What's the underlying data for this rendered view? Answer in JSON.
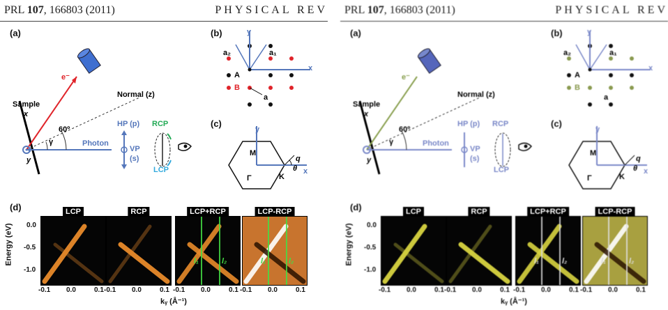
{
  "header": {
    "citation_prefix": "PRL ",
    "volume": "107",
    "citation_suffix": ", 166803 (2011)",
    "journal": "PHYSICAL REV"
  },
  "labels": {
    "a": "(a)",
    "b": "(b)",
    "c": "(c)",
    "d": "(d)"
  },
  "setup": {
    "sample": "Sample",
    "x": "x",
    "y": "y",
    "electron": "e⁻",
    "normal": "Normal (z)",
    "angle": "60º",
    "gamma": "γ",
    "photon": "Photon",
    "hp": "HP (p)",
    "vp": "VP",
    "s": "(s)",
    "rcp": "RCP",
    "lcp": "LCP"
  },
  "lattice": {
    "y": "y",
    "x": "x",
    "a1": "a₁",
    "a2": "a₂",
    "a": "a",
    "A": "A",
    "B": "B"
  },
  "bz": {
    "y": "y",
    "x": "x",
    "M": "M",
    "G": "Γ",
    "K": "K",
    "q": "q",
    "theta": "θ"
  },
  "arpes": {
    "panels": [
      "LCP",
      "RCP",
      "LCP+RCP",
      "LCP-RCP"
    ],
    "ylabel": "Energy (eV)",
    "yticks": [
      "0.0",
      "-0.5",
      "-1.0"
    ],
    "xticks": [
      "-0.1",
      "0.0",
      "0.1"
    ],
    "xlabel": "kᵧ (Å⁻¹)",
    "cut1": "l₁",
    "cut2": "l₂"
  },
  "colors": {
    "left_cone": "#e88a2a",
    "right_cone": "#d8d440",
    "electron_left": "#e0242a",
    "electron_right": "#8aa050",
    "photon": "#5577bb",
    "rcp_left": "#22aa55",
    "lcp_left": "#33aadd"
  }
}
